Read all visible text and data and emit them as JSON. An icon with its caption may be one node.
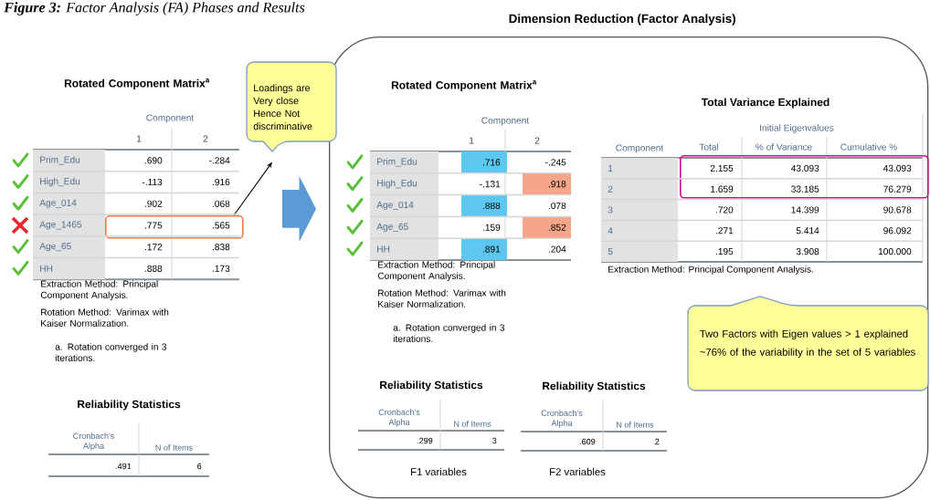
{
  "diagram": {
    "title": "**Figure 3:** Factor Analysis (FA) Phases and Results",
    "nodes": [
      {
        "text": [
          "Dimension Reduction (Factor Analysis)"
        ]
      },
      {
        "text": [
          "Loadings are Very close Hence Not discriminative"
        ]
      },
      {
        "text": [],
        "shape": "box"
      },
      {
        "text": [],
        "shape": "box",
        "in": 0
      },
      {
        "text": [
          "Two Factors with Eigen values > 1 explained ~76% of the variability in the set of 5 variables"
        ],
        "in": 0
      },
      {
        "text": [],
        "shape": "arrow"
      }
    ],
    "edges": [
      {
        "from": 2,
        "to": 1,
        "arrow": "to"
      }
    ],
    "labels": [
      "Rotated Component Matrix$^{a}$",
      "Component",
      "1",
      "2",
      "Prim_Edu",
      ".690",
      "-.284",
      "High_Edu",
      "-.113",
      ".916",
      "Age_014",
      ".902",
      ".068",
      "Age_1465",
      ".775",
      ".565",
      "Age_65",
      ".172",
      ".838",
      "HH",
      ".888",
      ".173",
      "Extraction Method: Principal Component Analysis.",
      "Rotation Method: Varimax with Kaiser Normalization.",
      "a. Rotation converged in 3 iterations.",
      "Reliability Statistics",
      "Cronbach's Alpha",
      "N of Items",
      ".491",
      "6",
      "Rotated Component Matrix$^{a}$",
      "Component",
      "1",
      "2",
      "Prim_Edu",
      ".716",
      "-.245",
      "High_Edu",
      "-.131",
      ".918",
      "Age_014",
      ".888",
      ".078",
      "Age_65",
      ".159",
      ".852",
      "HH",
      ".891",
      ".204",
      "Extraction Method: Principal Component Analysis.",
      "Rotation Method: Varimax with Kaiser Normalization.",
      "a. Rotation converged in 3 iterations.",
      "Total Variance Explained",
      "Initial Eigenvalues",
      "Component",
      "Total",
      "% of Variance",
      "Cumulative %",
      "1",
      "2.155",
      "43.093",
      "43.093",
      "2",
      "1.659",
      "33.185",
      "76.279",
      "3",
      ".720",
      "14.399",
      "90.678",
      "4",
      ".271",
      "5.414",
      "96.092",
      "5",
      ".195",
      "3.908",
      "100.000",
      "Extraction Method: Principal Component Analysis.",
      "Reliability Statistics",
      "Cronbach's Alpha",
      "N of Items",
      ".299",
      "3",
      "F1 variables",
      "Reliability Statistics",
      "Cronbach's Alpha",
      "N of Items",
      ".609",
      "2",
      "F2 variables"
    ]
  }
}
